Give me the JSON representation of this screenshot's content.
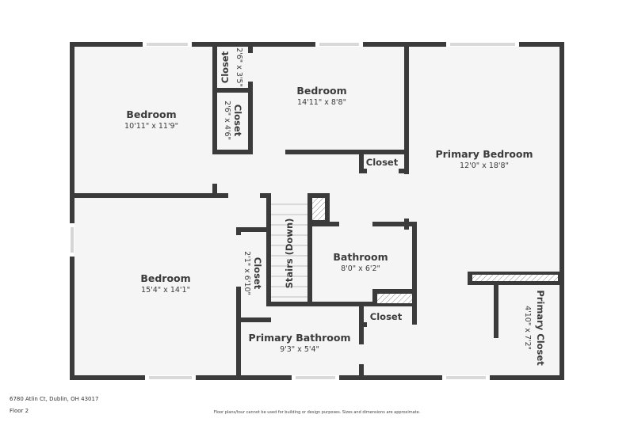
{
  "rooms": {
    "bedroom_nw": {
      "name": "Bedroom",
      "dims": "10'11\" x 11'9\""
    },
    "closet_a": {
      "name": "Closet",
      "dims": "2'6\" x 3'5\""
    },
    "closet_b": {
      "name": "Closet",
      "dims": "2'6\" x 4'6\""
    },
    "bedroom_n": {
      "name": "Bedroom",
      "dims": "14'11\" x 8'8\""
    },
    "closet_hall": {
      "name": "Closet"
    },
    "primary_bedroom": {
      "name": "Primary Bedroom",
      "dims": "12'0\" x 18'8\""
    },
    "bedroom_sw": {
      "name": "Bedroom",
      "dims": "15'4\" x 14'1\""
    },
    "closet_c": {
      "name": "Closet",
      "dims": "2'1\" x 6'10\""
    },
    "stairs": {
      "name": "Stairs (Down)"
    },
    "bathroom": {
      "name": "Bathroom",
      "dims": "8'0\" x 6'2\""
    },
    "closet_bath": {
      "name": "Closet"
    },
    "primary_bathroom": {
      "name": "Primary Bathroom",
      "dims": "9'3\" x 5'4\""
    },
    "primary_closet": {
      "name": "Primary Closet",
      "dims": "4'10\" x 7'2\""
    }
  },
  "footer": {
    "address": "6780 Atlin Ct, Dublin, OH 43017",
    "floor": "Floor 2",
    "disclaimer": "Floor plans/tour cannot be used for building or design purposes. Sizes and dimensions are approximate."
  },
  "colors": {
    "wall": "#3b3b3b",
    "floor": "#f5f5f5",
    "background": "#ffffff"
  }
}
